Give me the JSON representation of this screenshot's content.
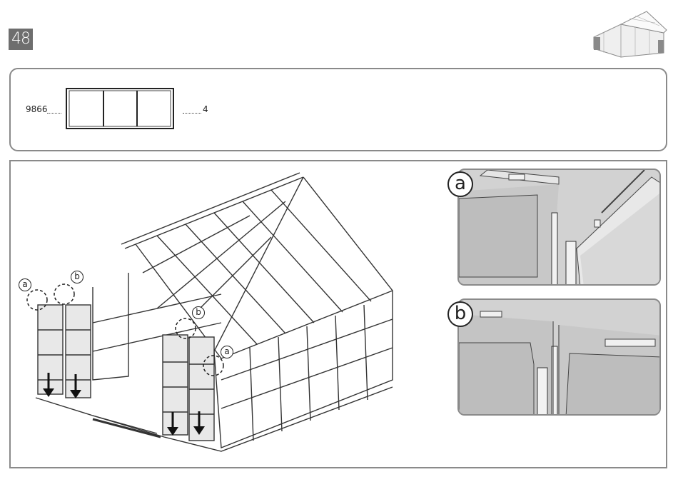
{
  "page": {
    "number": "48"
  },
  "parts": {
    "code": "9866",
    "quantity": "4"
  },
  "callouts": {
    "a": "a",
    "b": "b"
  },
  "details": {
    "a_label": "a",
    "b_label": "b"
  },
  "icons": {
    "thumbnail": "greenhouse-thumbnail-icon",
    "arrow": "down-arrow-icon"
  }
}
